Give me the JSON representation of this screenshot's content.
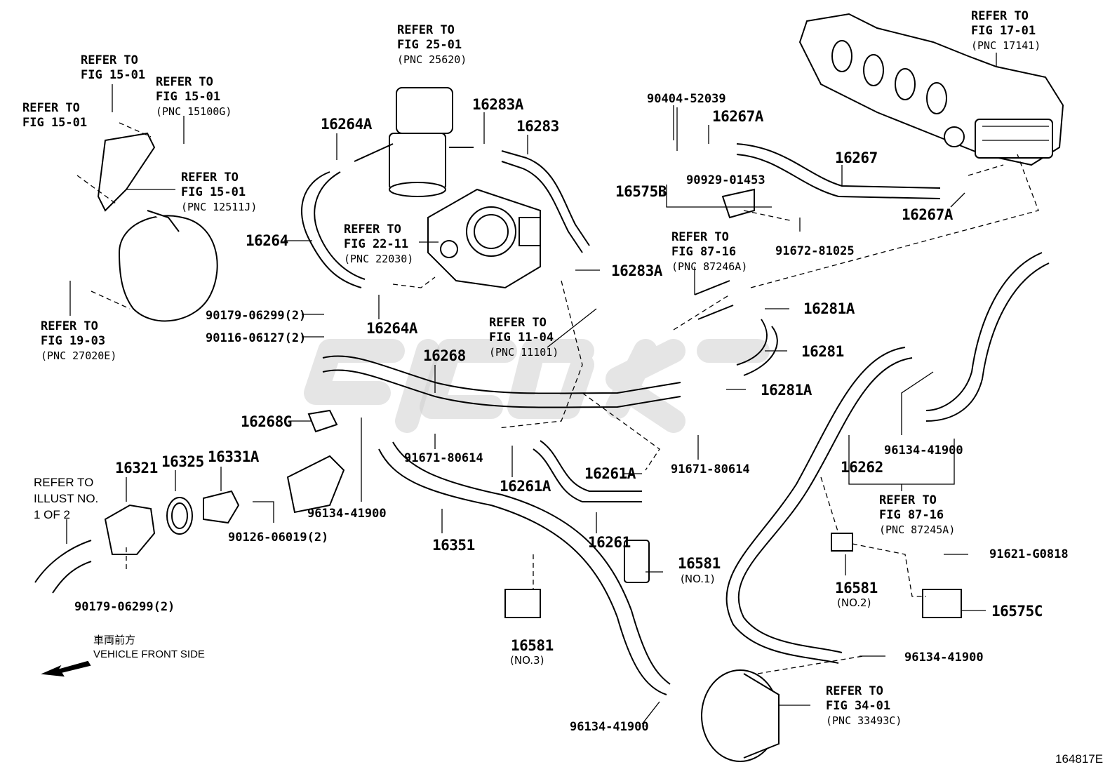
{
  "figure_code": "164817E",
  "vehicle_front": {
    "jp": "車両前方",
    "en": "VEHICLE FRONT SIDE"
  },
  "refer_illust": {
    "line1": "REFER TO",
    "line2": "ILLUST NO.",
    "line3": "1 OF 2"
  },
  "refs": [
    {
      "l1": "REFER TO",
      "l2": "FIG 25-01",
      "l3": "(PNC 25620)"
    },
    {
      "l1": "REFER TO",
      "l2": "FIG 15-01",
      "l3": ""
    },
    {
      "l1": "REFER TO",
      "l2": "FIG 15-01",
      "l3": "(PNC 15100G)"
    },
    {
      "l1": "REFER TO",
      "l2": "FIG 15-01",
      "l3": ""
    },
    {
      "l1": "REFER TO",
      "l2": "FIG 15-01",
      "l3": "(PNC 12511J)"
    },
    {
      "l1": "REFER TO",
      "l2": "FIG 19-03",
      "l3": "(PNC 27020E)"
    },
    {
      "l1": "REFER TO",
      "l2": "FIG 22-11",
      "l3": "(PNC 22030)"
    },
    {
      "l1": "REFER TO",
      "l2": "FIG 11-04",
      "l3": "(PNC 11101)"
    },
    {
      "l1": "REFER TO",
      "l2": "FIG 87-16",
      "l3": "(PNC 87246A)"
    },
    {
      "l1": "REFER TO",
      "l2": "FIG 17-01",
      "l3": "(PNC 17141)"
    },
    {
      "l1": "REFER TO",
      "l2": "FIG 87-16",
      "l3": "(PNC 87245A)"
    },
    {
      "l1": "REFER TO",
      "l2": "FIG 34-01",
      "l3": "(PNC 33493C)"
    }
  ],
  "parts": {
    "p16264A_top": "16264A",
    "p16283A_top": "16283A",
    "p16283": "16283",
    "p90404": "90404-52039",
    "p16267A_top": "16267A",
    "p16267": "16267",
    "p16575B": "16575B",
    "p90929": "90929-01453",
    "p16267A_right": "16267A",
    "p91672": "91672-81025",
    "p16264": "16264",
    "p16283A_mid": "16283A",
    "p16281A_top": "16281A",
    "p16281": "16281",
    "p16281A_bot": "16281A",
    "p16264A_bot": "16264A",
    "p90179_a": "90179-06299(2)",
    "p90116": "90116-06127(2)",
    "p16268": "16268",
    "p16268G": "16268G",
    "p91671_a": "91671-80614",
    "p91671_b": "91671-80614",
    "p16261A_a": "16261A",
    "p16261A_b": "16261A",
    "p16321": "16321",
    "p16325": "16325",
    "p16331A": "16331A",
    "p90126": "90126-06019(2)",
    "p96134_a": "96134-41900",
    "p16351": "16351",
    "p16261": "16261",
    "p16581_1": "16581",
    "p16581_1_sub": "(NO.1)",
    "p90179_b": "90179-06299(2)",
    "p16581_3": "16581",
    "p16581_3_sub": "(NO.3)",
    "p16262": "16262",
    "p96134_b": "96134-41900",
    "p91621": "91621-G0818",
    "p16581_2": "16581",
    "p16581_2_sub": "(NO.2)",
    "p16575C": "16575C",
    "p96134_c": "96134-41900",
    "p96134_d": "96134-41900"
  }
}
